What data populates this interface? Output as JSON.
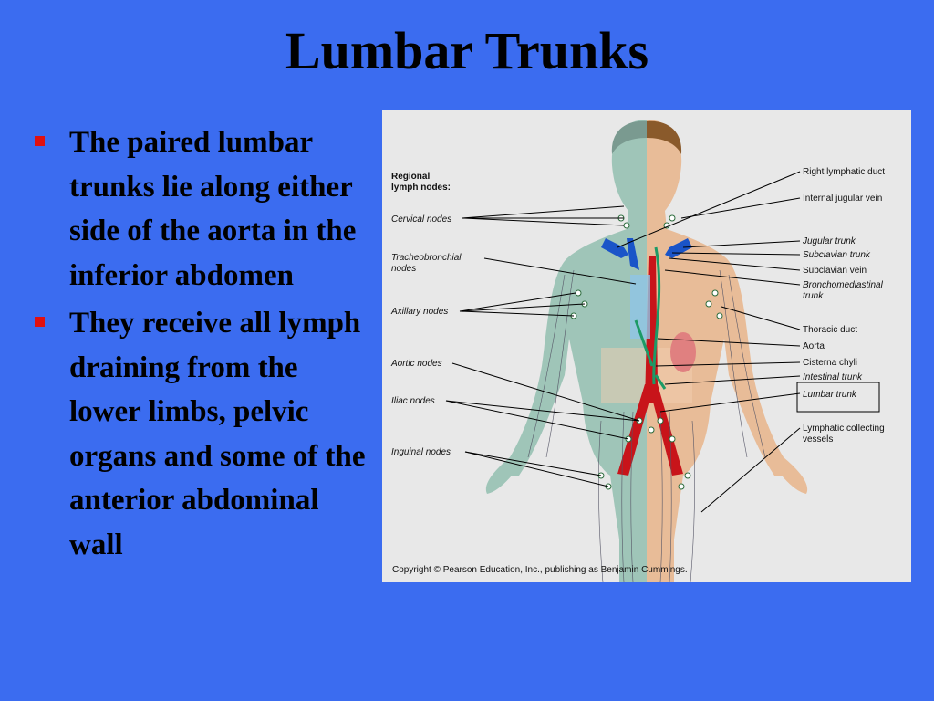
{
  "slide": {
    "title": "Lumbar Trunks",
    "bullets": [
      "The paired lumbar trunks lie along either side of the aorta in the inferior abdomen",
      "They receive all lymph draining from the lower limbs, pelvic organs and some of the anterior abdominal wall"
    ]
  },
  "figure": {
    "heading": [
      "Regional",
      "lymph nodes:"
    ],
    "left_labels": [
      "Cervical nodes",
      "Tracheobronchial",
      "nodes",
      "Axillary nodes",
      "Aortic nodes",
      "Iliac nodes",
      "Inguinal nodes"
    ],
    "right_labels": [
      "Right lymphatic duct",
      "Internal jugular vein",
      "Jugular trunk",
      "Subclavian trunk",
      "Subclavian vein",
      "Bronchomediastinal",
      "trunk",
      "Thoracic duct",
      "Aorta",
      "Cisterna chyli",
      "Intestinal trunk",
      "Lumbar trunk",
      "Lymphatic collecting",
      "vessels"
    ],
    "copyright": "Copyright © Pearson Education, Inc., publishing as Benjamin Cummings."
  }
}
